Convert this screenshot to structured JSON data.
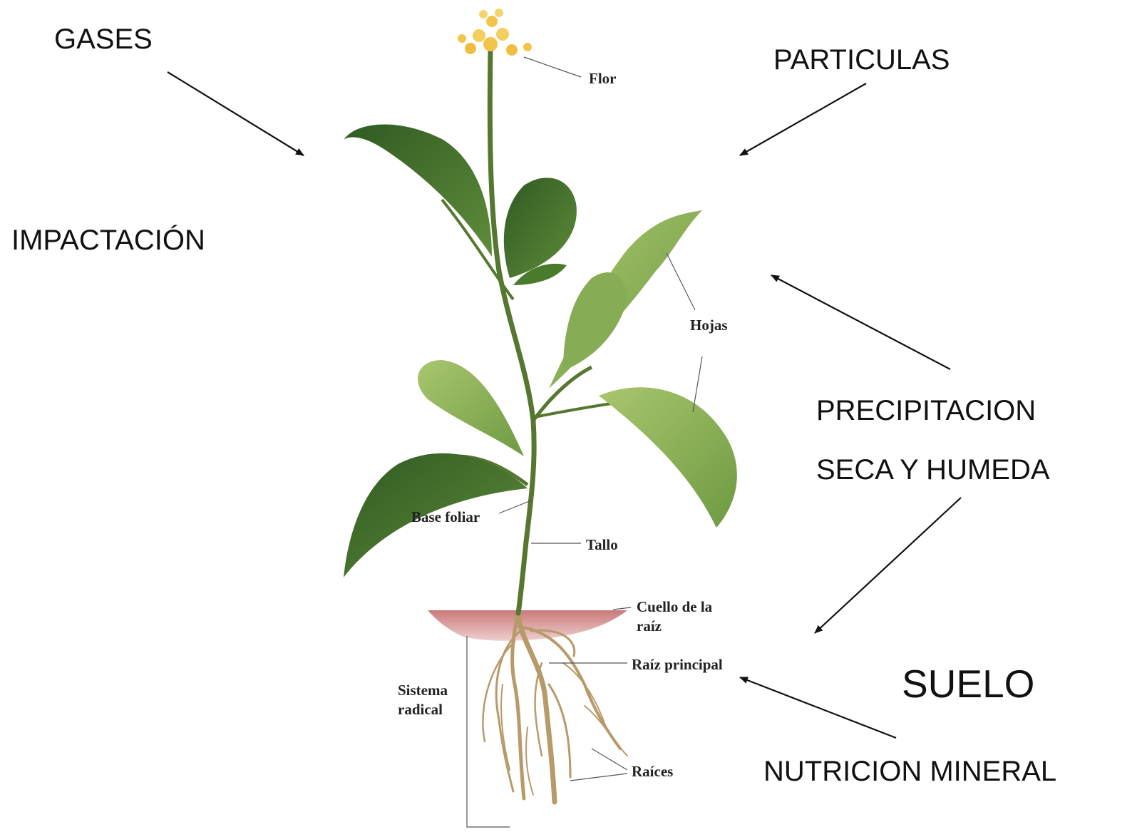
{
  "labels": {
    "gases": "GASES",
    "particulas": "PARTICULAS",
    "impactacion": "IMPACTACIÓN",
    "precipitacion_line1": "PRECIPITACION",
    "precipitacion_line2": "SECA Y HUMEDA",
    "suelo": "SUELO",
    "nutricion_mineral": "NUTRICION MINERAL"
  },
  "plant_labels": {
    "flor": "Flor",
    "hojas": "Hojas",
    "base_foliar": "Base foliar",
    "tallo": "Tallo",
    "cuello_line1": "Cuello de la",
    "cuello_line2": "raíz",
    "raiz_principal": "Raíz principal",
    "sistema_line1": "Sistema",
    "sistema_line2": "radical",
    "raices": "Raíces"
  },
  "colors": {
    "leaf_dark": "#3e6b2a",
    "leaf_light": "#8fb35a",
    "stem": "#5a7a36",
    "flower": "#f2c44a",
    "soil": "#c98080",
    "root": "#c7b28a",
    "arrow": "#111111"
  }
}
